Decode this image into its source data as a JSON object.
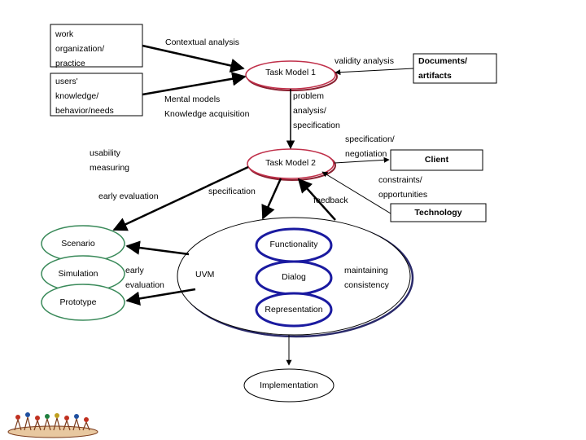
{
  "diagram": {
    "boxes": {
      "work_org": "work\norganization/\npractice",
      "users": "users'\nknowledge/\nbehavior/needs",
      "documents": "Documents/\nartifacts",
      "client": "Client",
      "technology": "Technology"
    },
    "nodes": {
      "task_model_1": "Task Model 1",
      "task_model_2": "Task Model 2",
      "scenario": "Scenario",
      "simulation": "Simulation",
      "prototype": "Prototype",
      "functionality": "Functionality",
      "dialog": "Dialog",
      "representation": "Representation",
      "implementation": "Implementation",
      "uvm": "UVM"
    },
    "edge_labels": {
      "contextual_analysis": "Contextual analysis",
      "validity_analysis": "validity analysis",
      "mental_models": "Mental models\nKnowledge acquisition",
      "problem_analysis": "problem\nanalysis/\nspecification",
      "spec_negotiation": "specification/\nnegotiation",
      "usability_measuring": "usability\nmeasuring",
      "early_evaluation_top": "early evaluation",
      "specification": "specification",
      "feedback": "feedback",
      "constraints": "constraints/\nopportunities",
      "early_evaluation_left": "early\nevaluation",
      "maintaining_consistency": "maintaining\nconsistency"
    },
    "colors": {
      "task_model_outline": "#c0304a",
      "task_model_outline_alt": "#8a2030",
      "prototype_outline": "#3a8a5a",
      "uvm_outline": "#1a1aa0",
      "shadow": "#2a2a6a"
    }
  }
}
